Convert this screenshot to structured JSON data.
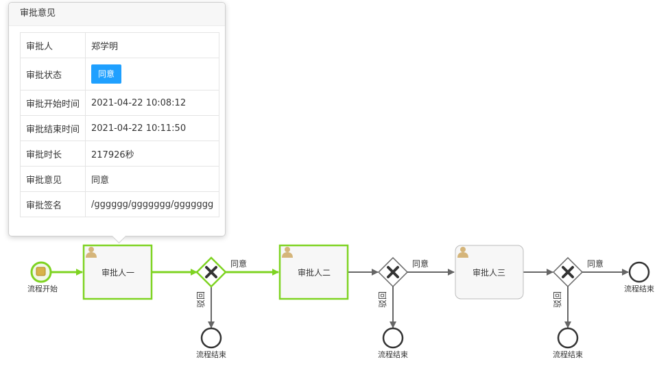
{
  "popover": {
    "title": "审批意见",
    "rows": [
      {
        "label": "审批人",
        "value": "郑学明"
      },
      {
        "label": "审批状态",
        "value": "同意"
      },
      {
        "label": "审批开始时间",
        "value": "2021-04-22 10:08:12"
      },
      {
        "label": "审批结束时间",
        "value": "2021-04-22 10:11:50"
      },
      {
        "label": "审批时长",
        "value": "217926秒"
      },
      {
        "label": "审批意见",
        "value": "同意"
      },
      {
        "label": "审批签名",
        "value": "/gggggg/ggggggg/ggggggg"
      }
    ],
    "status_color": "#1fa0ff"
  },
  "flow": {
    "start_label": "流程开始",
    "tasks": [
      {
        "label": "审批人一",
        "state": "completed"
      },
      {
        "label": "审批人二",
        "state": "completed"
      },
      {
        "label": "审批人三",
        "state": "pending"
      }
    ],
    "gateway_icon": "exclusive-gateway-x",
    "approve_label": "同意",
    "reject_label": "驳回",
    "end_label": "流程结束",
    "colors": {
      "active": "#7ed321",
      "normal": "#666666",
      "task_fill": "#f7f7f7",
      "pending_border": "#bbbbbb"
    }
  }
}
